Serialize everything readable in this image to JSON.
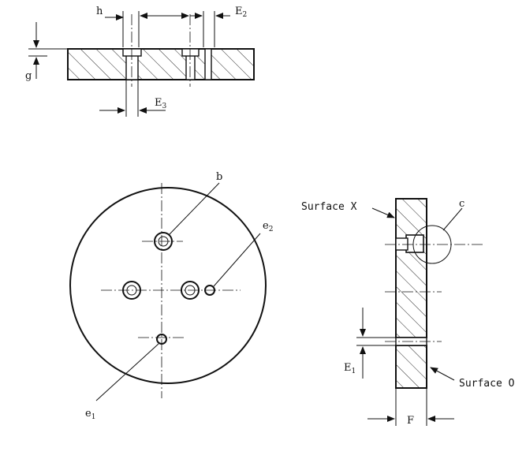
{
  "labels": {
    "h": "h",
    "E2": {
      "main": "E",
      "sub": "2"
    },
    "g": "g",
    "E3": {
      "main": "E",
      "sub": "3"
    },
    "b": "b",
    "e2": {
      "main": "e",
      "sub": "2"
    },
    "e1": {
      "main": "e",
      "sub": "1"
    },
    "surface_x": "Surface X",
    "c": "c",
    "E1": {
      "main": "E",
      "sub": "1"
    },
    "surface_o": "Surface O",
    "F": "F"
  },
  "colors": {
    "ink": "#111111",
    "paper": "#ffffff"
  }
}
